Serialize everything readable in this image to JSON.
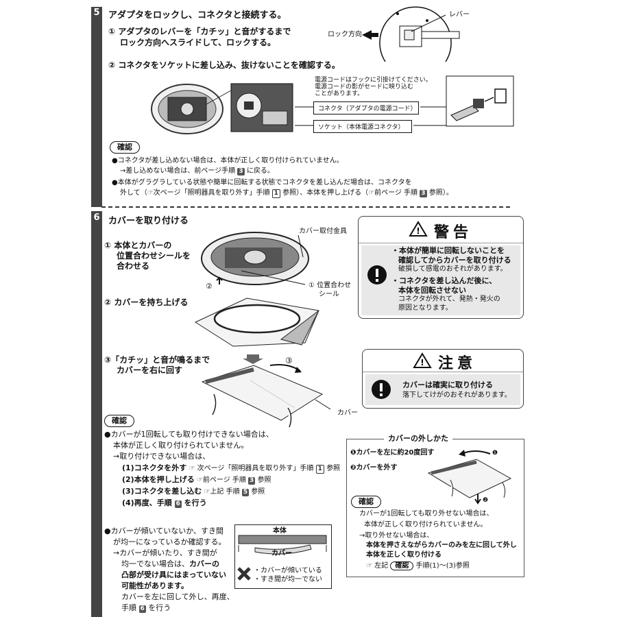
{
  "step5": {
    "num": "5",
    "title": "アダプタをロックし、コネクタと接続する。",
    "sub1_line1": "① アダプタのレバーを「カチッ」と音がするまで",
    "sub1_line2": "ロック方向へスライドして、ロックする。",
    "lever_label": "レバー",
    "lock_dir_label": "ロック方向",
    "sub2": "② コネクタをソケットに差し込み、抜けないことを確認する。",
    "note_line1": "電源コードはフックに引掛けてください。",
    "note_line2": "電源コードの影がセードに映り込む",
    "note_line3": "ことがあります。",
    "connector_label": "コネクタ（アダプタの電源コード）",
    "socket_label": "ソケット（本体電源コネクタ）",
    "confirm_label": "確認",
    "confirm_1a": "●コネクタが差し込めない場合は、本体が正しく取り付けられていません。",
    "confirm_1b": "→差し込めない場合は、前ページ手順",
    "confirm_1b_num": "3",
    "confirm_1b_end": "に戻る。",
    "confirm_2a": "●本体がグラグラしている状態や簡単に回転する状態でコネクタを差し込んだ場合は、コネクタを",
    "confirm_2b_pre": "外して（☞次ページ「照明器具を取り外す」手順",
    "confirm_2b_num1": "1",
    "confirm_2b_mid": "参照）、本体を押し上げる（☞前ページ 手順",
    "confirm_2b_num2": "3",
    "confirm_2b_end": "参照）。"
  },
  "step6": {
    "num": "6",
    "title": "カバーを取り付ける",
    "s1_line1": "① 本体とカバーの",
    "s1_line2": "位置合わせシールを",
    "s1_line3": "合わせる",
    "cover_bracket_label": "カバー取付金具",
    "s2_marker": "②",
    "align_seal_line1": "① 位置合わせ",
    "align_seal_line2": "シール",
    "s2": "② カバーを持ち上げる",
    "s3_line1": "③「カチッ」と音が鳴るまで",
    "s3_line2": "カバーを右に回す",
    "s3_marker": "③",
    "cover_label": "カバー",
    "warning": {
      "title": "警告",
      "b1_line1": "・本体が簡単に回転しないことを",
      "b1_line2": "確認してからカバーを取り付ける",
      "b1_line3": "破損して感電のおそれがあります。",
      "b2_line1": "・コネクタを差し込んだ後に、",
      "b2_line2": "本体を回転させない",
      "b2_line3": "コネクタが外れて、発熱・発火の",
      "b2_line4": "原因となります。"
    },
    "caution": {
      "title": "注意",
      "line1": "カバーは確実に取り付ける",
      "line2": "落下してけがのおそれがあります。"
    },
    "confirm_label": "確認",
    "c1": "●カバーが1回転しても取り付けできない場合は、",
    "c2": "本体が正しく取り付けられていません。",
    "c3": "→取り付けできない場合は、",
    "c4_b": "(1)コネクタを外す",
    "c4_r": "☞ 次ページ「照明器具を取り外す」手順",
    "c4_num": "1",
    "c4_end": "参照",
    "c5_b": "(2)本体を押し上げる",
    "c5_r": "☞前ページ 手順",
    "c5_num": "3",
    "c5_end": "参照",
    "c6_b": "(3)コネクタを差し込む",
    "c6_r": "☞上記 手順",
    "c6_num": "5",
    "c6_end": "参照",
    "c7_pre": "(4)再度、手順",
    "c7_num": "6",
    "c7_end": "を行う",
    "tilt_1": "●カバーが傾いていないか、すき間",
    "tilt_2": "が均一になっているか確認する。",
    "tilt_3": "→カバーが傾いたり、すき間が",
    "tilt_4a": "均一でない場合は、",
    "tilt_4b": "カバーの",
    "tilt_5": "凸部が受け具にはまっていない",
    "tilt_6": "可能性があります。",
    "tilt_7": "カバーを左に回して外し、再度、",
    "tilt_8_pre": "手順",
    "tilt_8_num": "6",
    "tilt_8_end": "を行う",
    "diag_body": "本体",
    "diag_cover": "カバー",
    "diag_x1": "・カバーが傾いている",
    "diag_x2": "・すき間が均一でない",
    "removal": {
      "title": "カバーの外しかた",
      "r1": "❶カバーを左に約20度回す",
      "r2": "❷カバーを外す",
      "m1": "❶",
      "m2": "❷",
      "confirm_label": "確認",
      "q1": "カバーが1回転しても取り外せない場合は、",
      "q2": "本体が正しく取り付けられていません。",
      "q3": "→取り外せない場合は、",
      "q4": "本体を押さえながらカバーのみを左に回して外し",
      "q5": "本体を正しく取り付ける",
      "q6_pre": "☞ 左記",
      "q6_kakunin": "確認",
      "q6_end": "手順(1)～(3)参照"
    }
  }
}
